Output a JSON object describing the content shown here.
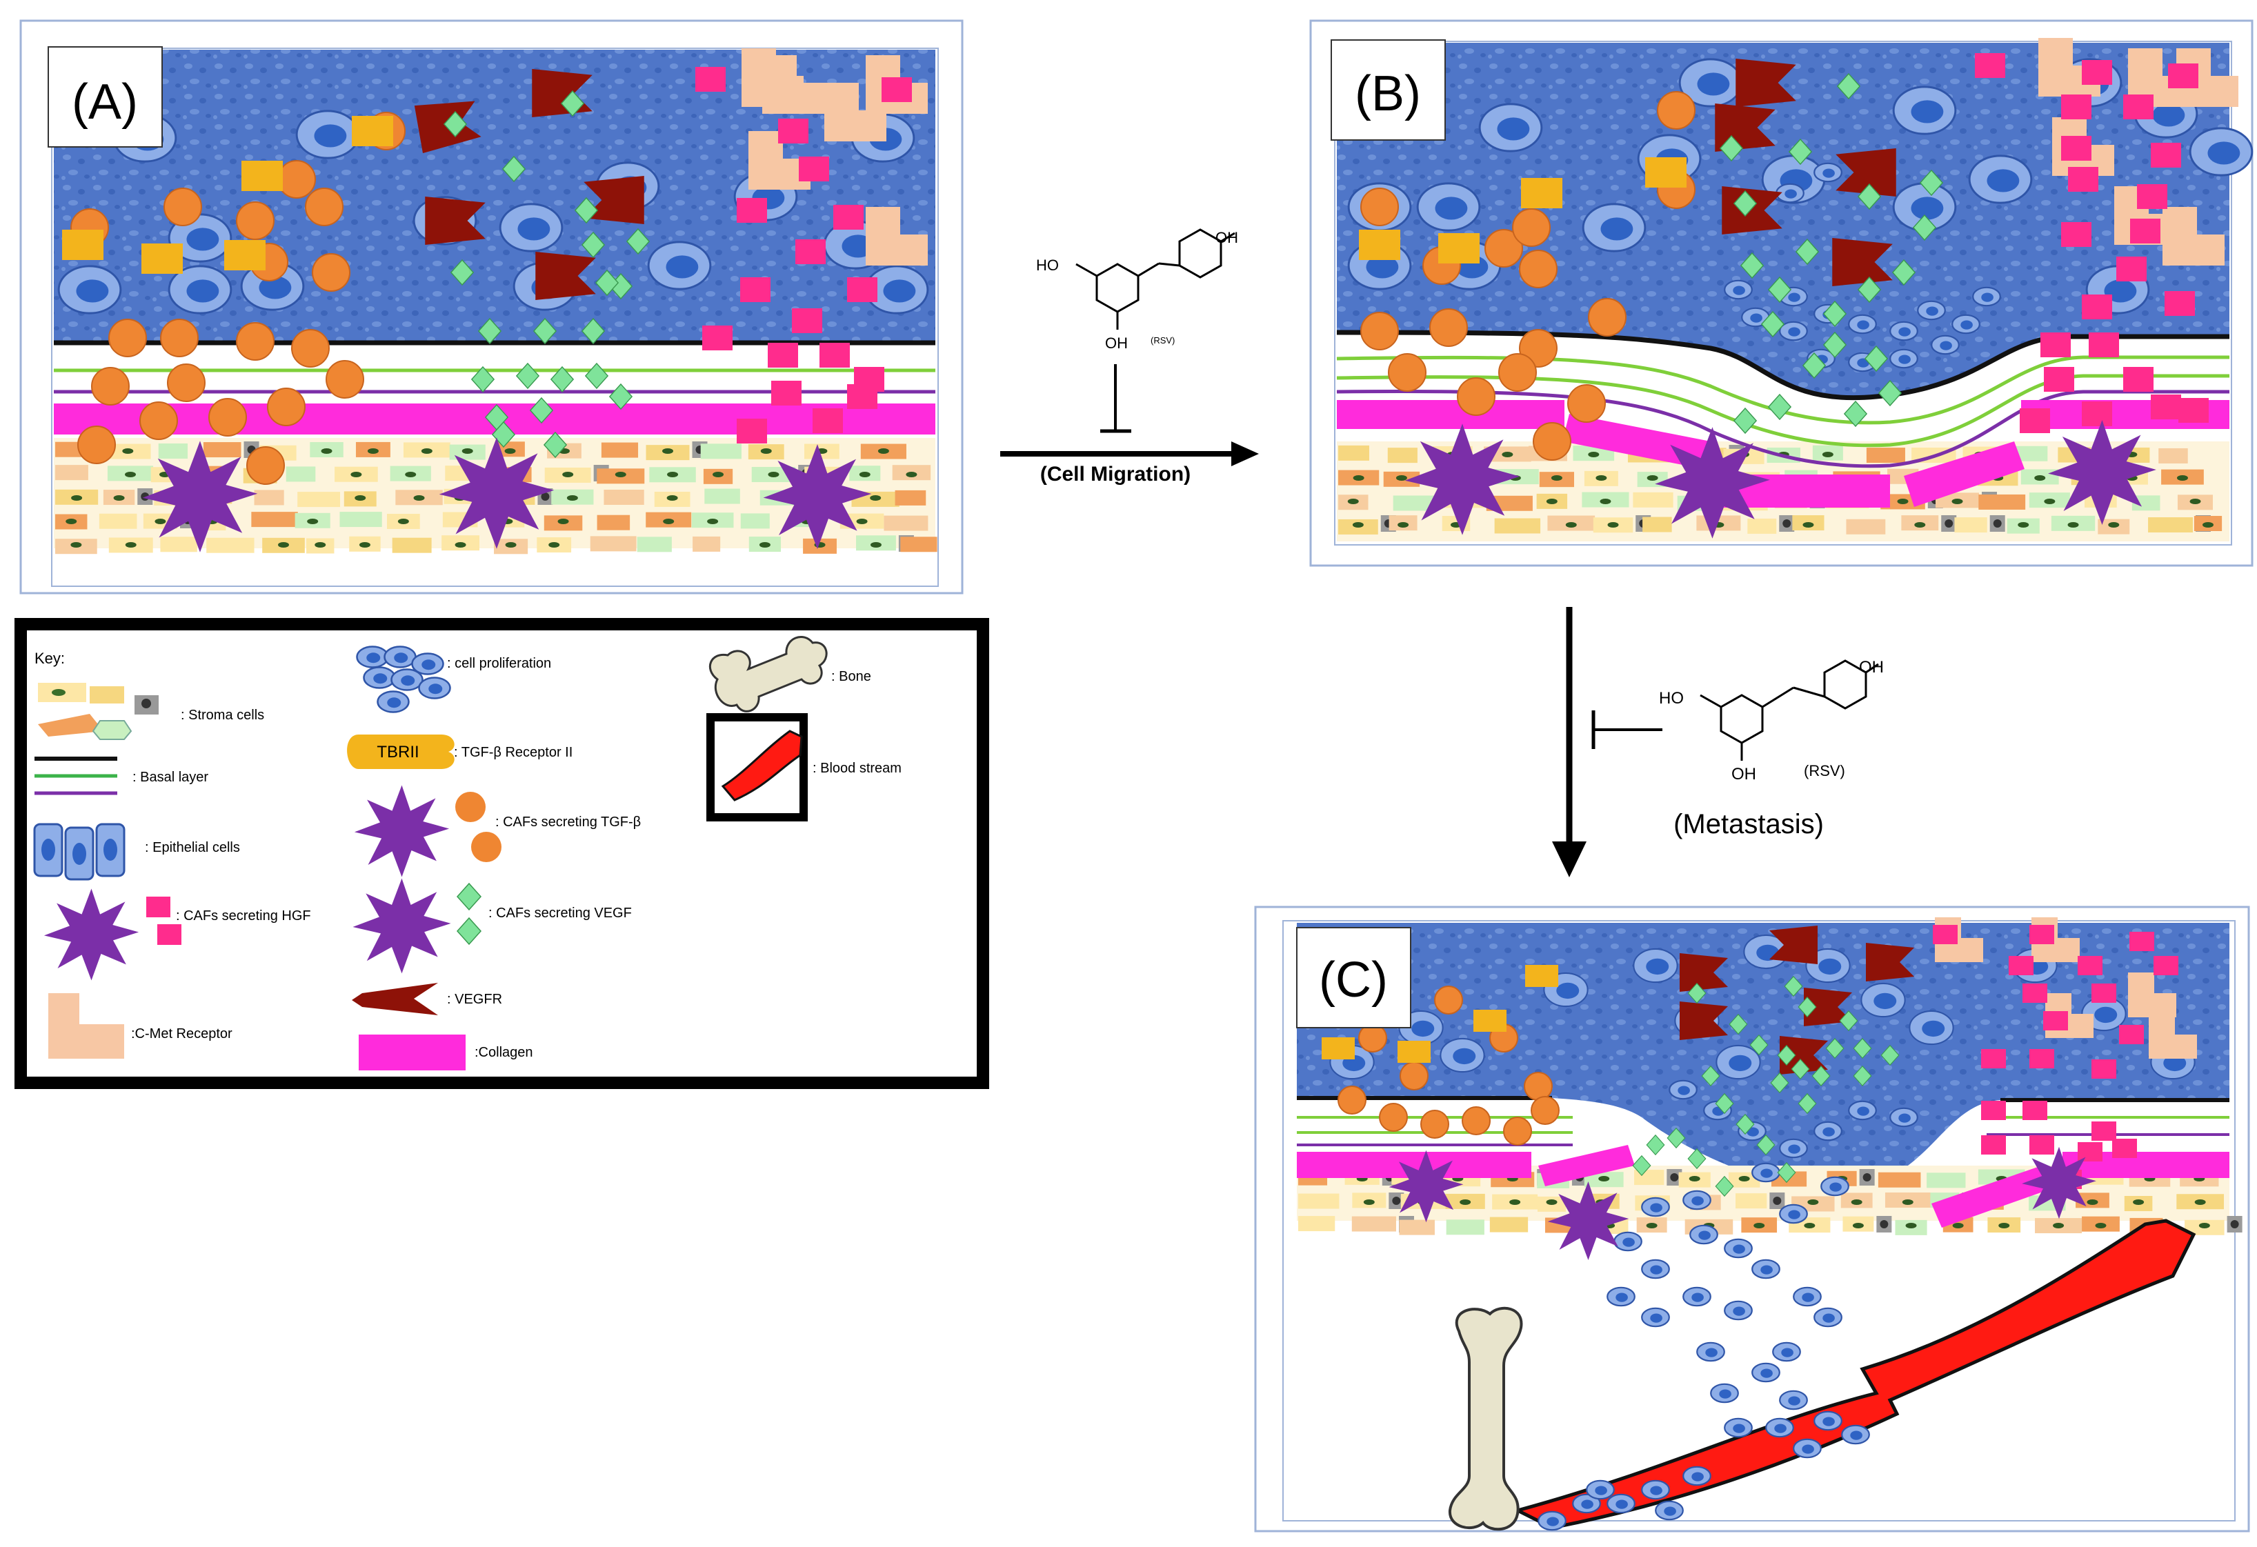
{
  "panels": {
    "a": {
      "label": "(A)"
    },
    "b": {
      "label": "(B)"
    },
    "c": {
      "label": "(C)"
    }
  },
  "arrows": {
    "migration": {
      "caption": "(Cell Migration)"
    },
    "metastasis": {
      "caption": "(Metastasis)"
    }
  },
  "molecule": {
    "ho": "HO",
    "oh_top": "OH",
    "oh_bottom": "OH",
    "abbr": "(RSV)"
  },
  "key": {
    "title": "Key:",
    "items": {
      "stroma": ": Stroma cells",
      "basal": ": Basal layer",
      "epithelial": ": Epithelial cells",
      "cafs_hgf": ": CAFs secreting HGF",
      "cmet": ":C-Met Receptor",
      "prolif": ": cell proliferation",
      "tbrii_badge": "TBRII",
      "tbrii": ": TGF-β Receptor II",
      "cafs_tgf": ": CAFs secreting TGF-β",
      "cafs_vegf": ": CAFs secreting VEGF",
      "vegfr": ": VEGFR",
      "collagen": ":Collagen",
      "bone": ": Bone",
      "blood": ": Blood stream"
    }
  },
  "colors": {
    "tissue": "#4f76c8",
    "cell": "#8eaee8",
    "nucleus": "#2f63c4",
    "orange": "#ef8632",
    "green": "#7fe39a",
    "pink": "#ff2c8d",
    "magenta": "#ff2bdc",
    "purple": "#7b2fa8",
    "vegfr": "#8e1208",
    "blood": "#ff1a12",
    "bone": "#e8e4cc",
    "cmet": "#f7c7a4",
    "tbrii": "#f3b41c"
  }
}
